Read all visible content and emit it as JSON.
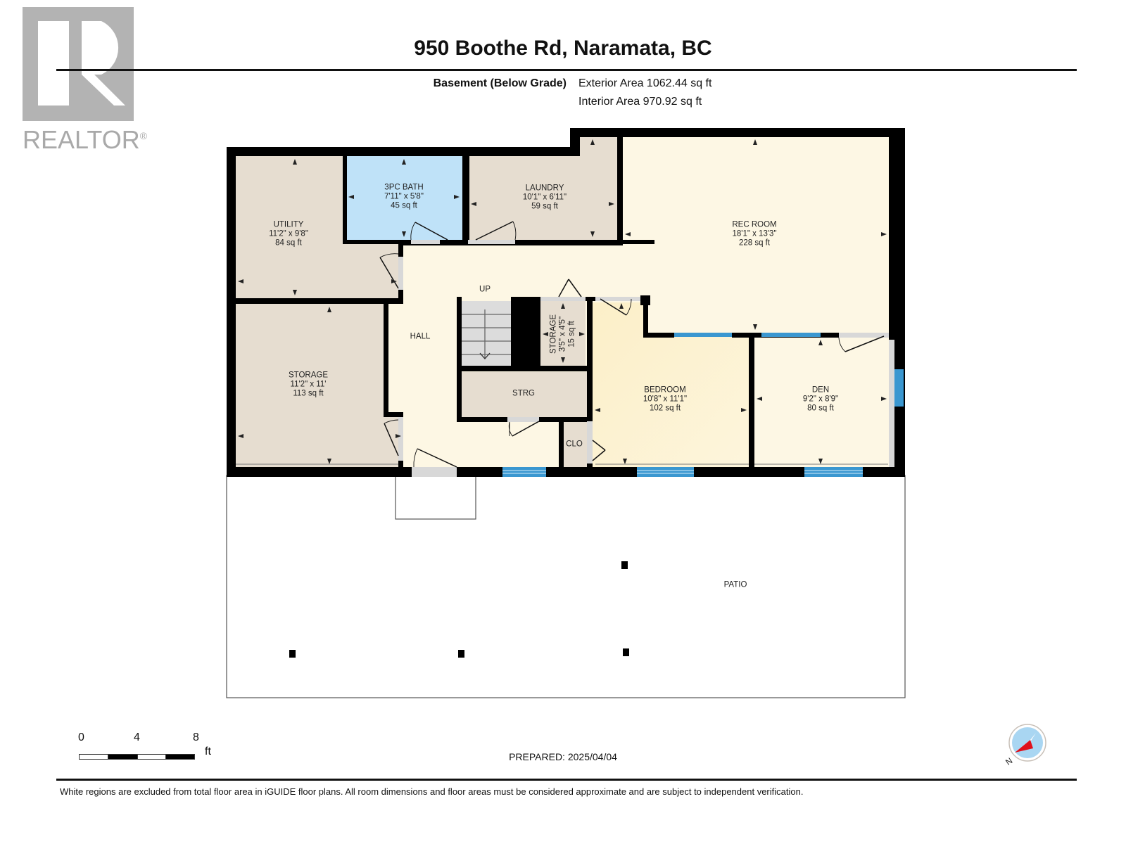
{
  "header": {
    "title": "950 Boothe Rd, Naramata, BC",
    "level_name": "Basement (Below Grade)",
    "exterior_area": "Exterior Area 1062.44 sq ft",
    "interior_area": "Interior Area 970.92 sq ft"
  },
  "logo": {
    "text": "REALTOR",
    "registered_mark": "®",
    "color": "#a9a9a9"
  },
  "rooms": [
    {
      "name": "UTILITY",
      "dims": "11'2\" x 9'8\"",
      "area": "84 sq ft"
    },
    {
      "name": "3PC BATH",
      "dims": "7'11\" x 5'8\"",
      "area": "45 sq ft"
    },
    {
      "name": "LAUNDRY",
      "dims": "10'1\" x 6'11\"",
      "area": "59 sq ft"
    },
    {
      "name": "REC ROOM",
      "dims": "18'1\" x 13'3\"",
      "area": "228 sq ft"
    },
    {
      "name": "STORAGE",
      "dims": "11'2\" x 11'",
      "area": "113 sq ft"
    },
    {
      "name": "HALL",
      "dims": "",
      "area": ""
    },
    {
      "name": "STORAGE",
      "dims": "3'5\" x 4'5\"",
      "area": "15 sq ft"
    },
    {
      "name": "STRG",
      "dims": "",
      "area": ""
    },
    {
      "name": "BEDROOM",
      "dims": "10'8\" x 11'1\"",
      "area": "102 sq ft"
    },
    {
      "name": "DEN",
      "dims": "9'2\" x 8'9\"",
      "area": "80 sq ft"
    },
    {
      "name": "CLO",
      "dims": "",
      "area": ""
    },
    {
      "name": "PATIO",
      "dims": "",
      "area": ""
    }
  ],
  "stairs": {
    "label": "UP"
  },
  "colors": {
    "wall": "#000000",
    "room_beige": "#e6ddd0",
    "room_blue": "#bfe2f8",
    "room_cream": "#fdf7e4",
    "room_bedroom": "#fcefc8",
    "window": "#3a97d0",
    "door_sill": "#d8d8d8",
    "stair": "#dcdcdc"
  },
  "scale_bar": {
    "ticks": [
      "0",
      "4",
      "8"
    ],
    "unit": "ft"
  },
  "footer": {
    "prepared": "PREPARED: 2025/04/04",
    "disclaimer": "White regions are excluded from total floor area in iGUIDE floor plans. All room dimensions and floor areas must be considered approximate and are subject to independent verification."
  },
  "compass": {
    "label": "N"
  }
}
